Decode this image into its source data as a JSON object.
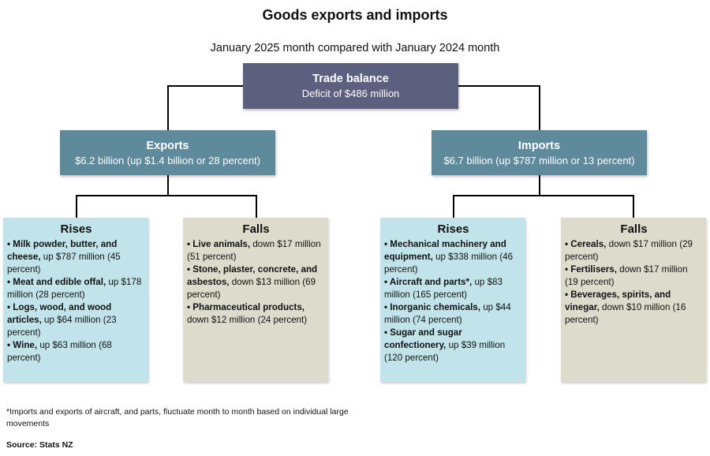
{
  "title": "Goods exports and imports",
  "subtitle": "January 2025 month compared with January 2024 month",
  "trade_balance": {
    "heading": "Trade balance",
    "value": "Deficit of $486 million"
  },
  "exports": {
    "heading": "Exports",
    "value": "$6.2 billion (up $1.4 billion or 28 percent)",
    "rises": {
      "heading": "Rises",
      "items": [
        {
          "bold": "Milk powder, butter, and cheese,",
          "text": " up $787 million (45 percent)"
        },
        {
          "bold": "Meat and edible offal,",
          "text": " up $178 million (28 percent)"
        },
        {
          "bold": "Logs, wood, and wood articles,",
          "text": " up $64 million (23 percent)"
        },
        {
          "bold": "Wine,",
          "text": " up $63 million (68 percent)"
        }
      ]
    },
    "falls": {
      "heading": "Falls",
      "items": [
        {
          "bold": "Live animals,",
          "text": " down $17 million (51 percent)"
        },
        {
          "bold": "Stone, plaster, concrete, and asbestos,",
          "text": " down $13 million (69 percent)"
        },
        {
          "bold": "Pharmaceutical products,",
          "text": " down $12 million (24 percent)"
        }
      ]
    }
  },
  "imports": {
    "heading": "Imports",
    "value": "$6.7 billion (up $787 million or 13 percent)",
    "rises": {
      "heading": "Rises",
      "items": [
        {
          "bold": "Mechanical machinery and equipment,",
          "text": " up $338 million (46 percent)"
        },
        {
          "bold": "Aircraft and parts*,",
          "text": " up $83 million (165 percent)"
        },
        {
          "bold": "Inorganic chemicals,",
          "text": " up $44 million (74 percent)"
        },
        {
          "bold": "Sugar and sugar confectionery,",
          "text": " up $39 million (120 percent)"
        }
      ]
    },
    "falls": {
      "heading": "Falls",
      "items": [
        {
          "bold": "Cereals,",
          "text": " down $17 million (29 percent)"
        },
        {
          "bold": "Fertilisers,",
          "text": " down $17 million (19 percent)"
        },
        {
          "bold": "Beverages, spirits, and vinegar,",
          "text": " down $10 million (16 percent)"
        }
      ]
    }
  },
  "footnote": "*Imports and exports of aircraft, and parts, fluctuate month to month based on individual large movements",
  "source": "Source: Stats NZ"
}
